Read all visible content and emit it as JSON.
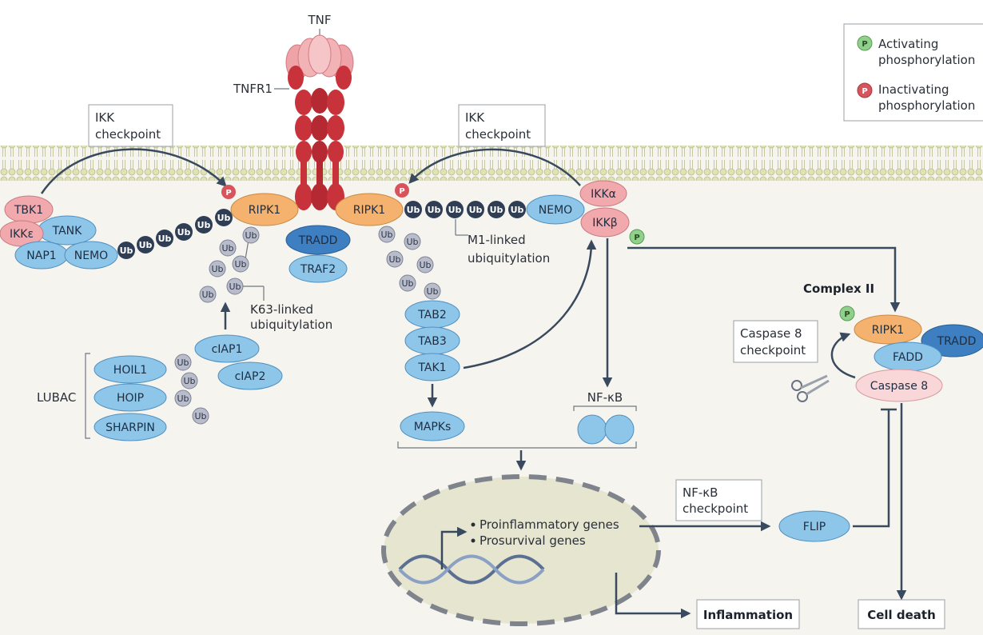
{
  "ligand": {
    "tnf": "TNF",
    "receptor": "TNFR1"
  },
  "legend": {
    "activating_line1": "Activating",
    "activating_line2": "phosphorylation",
    "inactivating_line1": "Inactivating",
    "inactivating_line2": "phosphorylation",
    "p": "P"
  },
  "checkpoints": {
    "ikk_left_1": "IKK",
    "ikk_left_2": "checkpoint",
    "ikk_right_1": "IKK",
    "ikk_right_2": "checkpoint",
    "casp8_1": "Caspase 8",
    "casp8_2": "checkpoint",
    "nfkb_1": "NF-κB",
    "nfkb_2": "checkpoint"
  },
  "proteins": {
    "tbk1": "TBK1",
    "ikke": "IKKε",
    "tank": "TANK",
    "nap1": "NAP1",
    "nemo_left": "NEMO",
    "ripk1_left": "RIPK1",
    "tradd": "TRADD",
    "traf2": "TRAF2",
    "ripk1_center": "RIPK1",
    "nemo_right": "NEMO",
    "ikka": "IKKα",
    "ikkb": "IKKβ",
    "tab2": "TAB2",
    "tab3": "TAB3",
    "tak1": "TAK1",
    "mapks": "MAPKs",
    "nfkb": "NF-κB",
    "hoil1": "HOIL1",
    "hoip": "HOIP",
    "sharpin": "SHARPIN",
    "lubac": "LUBAC",
    "ciap1": "cIAP1",
    "ciap2": "cIAP2",
    "ripk1_c2": "RIPK1",
    "fadd": "FADD",
    "tradd_c2": "TRADD",
    "caspase8": "Caspase 8",
    "flip": "FLIP"
  },
  "ub": "Ub",
  "labels": {
    "k63_1": "K63-linked",
    "k63_2": "ubiquitylation",
    "m1_1": "M1-linked",
    "m1_2": "ubiquitylation",
    "complex2": "Complex II",
    "gene1": "Proinflammatory genes",
    "gene2": "Prosurvival genes",
    "inflammation": "Inflammation",
    "cell_death": "Cell death"
  },
  "colors": {
    "membrane": "#d9dcae",
    "red_protein": "#c8323a",
    "pink": "#f1a9ae",
    "blue": "#8ec6ea",
    "orange": "#f4b26e",
    "dark_ub": "#2f3e55",
    "gray_ub": "#b8bccb",
    "green_p": "#8fd18a",
    "red_p": "#d8545d",
    "nucleus": "#e6e5cf"
  }
}
